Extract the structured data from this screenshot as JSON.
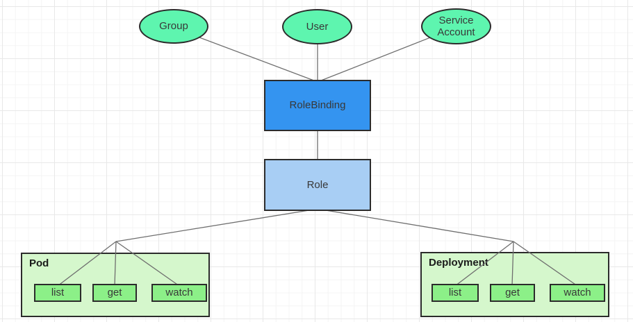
{
  "subjects": [
    {
      "label": "Group"
    },
    {
      "label": "User"
    },
    {
      "label": "Service Account"
    }
  ],
  "binding": {
    "label": "RoleBinding"
  },
  "role": {
    "label": "Role"
  },
  "resources": [
    {
      "label": "Pod",
      "verbs": [
        "list",
        "get",
        "watch"
      ]
    },
    {
      "label": "Deployment",
      "verbs": [
        "list",
        "get",
        "watch"
      ]
    }
  ],
  "colors": {
    "subject_fill": "#5EF5AF",
    "binding_fill": "#3494F0",
    "role_fill": "#A8CEF4",
    "container_fill": "#D5F7CC",
    "verb_fill": "#8CF088",
    "border": "#2B2B2B",
    "connector": "#6E6E6E",
    "grid_minor": "#F4F4F4",
    "grid_major": "#E8E8E8"
  }
}
